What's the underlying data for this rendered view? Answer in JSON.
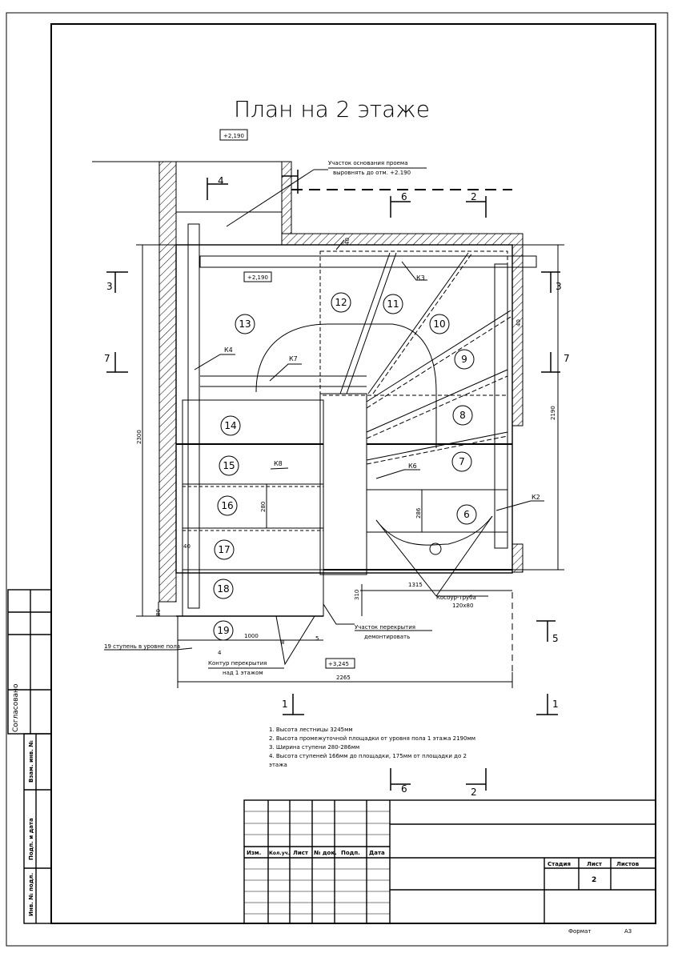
{
  "title": "План на 2 этаже",
  "levels": {
    "top": "+2,190",
    "landing": "+2,190",
    "bottom": "+3,245"
  },
  "steps": [
    "6",
    "7",
    "8",
    "9",
    "10",
    "11",
    "12",
    "13",
    "14",
    "15",
    "16",
    "17",
    "18",
    "19"
  ],
  "beams": {
    "k2": "К2",
    "k3": "К3",
    "k4": "К4",
    "k6": "К6",
    "k7": "К7",
    "k8": "К8"
  },
  "sections": {
    "s1": "1",
    "s3": "3",
    "s4": "4",
    "s5": "5",
    "s6": "6",
    "s7": "7",
    "s2": "2"
  },
  "dims": {
    "d40a": "40",
    "d40b": "40",
    "d40c": "40",
    "d2190": "2190",
    "d2300": "2300",
    "d280": "280",
    "d286": "286",
    "d80": "80",
    "d310": "310",
    "d1315": "1315",
    "d1000": "1000",
    "d2265": "2265",
    "d8": "8",
    "d5": "5",
    "d4": "4"
  },
  "callouts": {
    "opening": [
      "Участок основания проема",
      "выровнять до отм. +2.190"
    ],
    "pipe": [
      "Косоур-труба",
      "120х80"
    ],
    "slab": [
      "Участок перекрытия",
      "демонтировать"
    ],
    "contour": [
      "Контур перекрытия",
      "над 1 этажом"
    ],
    "step19": "19 ступень в уровне пола"
  },
  "notes": [
    "1. Высота лестницы 3245мм",
    "2. Высота промежуточной площадки от уровня пола 1 этажа 2190мм",
    "3. Ширина ступени 280-286мм",
    "4. Высота ступеней 166мм до площадки, 175мм от площадки до 2",
    "этажа"
  ],
  "side_stamp": {
    "agreed": "Согласовано",
    "inv_vzam": "Взам. инв. №",
    "sign_date": "Подп. и дата",
    "inv_orig": "Инв. № подл."
  },
  "title_block": {
    "cols": [
      "Изм.",
      "Кол.уч.",
      "Лист",
      "№ док.",
      "Подп.",
      "Дата"
    ],
    "stage_label": "Стадия",
    "sheet_label": "Лист",
    "sheets_label": "Листов",
    "sheet_value": "2",
    "format_label": "Формат",
    "format_value": "А3"
  }
}
